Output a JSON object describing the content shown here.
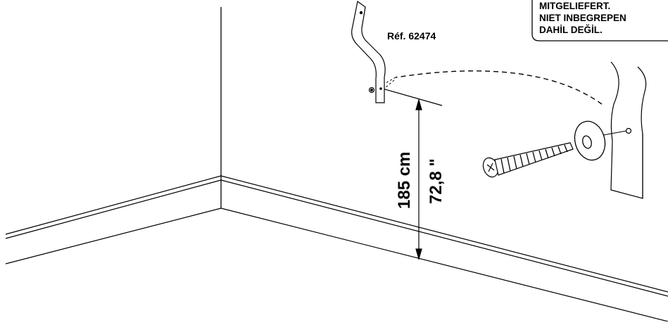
{
  "reference_label": "Réf. 62474",
  "height_cm": "185 cm",
  "height_inch": "72,8 \"",
  "not_included_notice": {
    "lines": [
      "MITGELIEFERT.",
      "NIET INBEGREPEN",
      "DAHİL DEĞİL."
    ]
  },
  "icons": {
    "bracket": "wall-bracket-icon",
    "screw": "screw-icon",
    "washer": "washer-icon",
    "panel": "furniture-panel-icon"
  },
  "colors": {
    "line": "#000000",
    "background": "#ffffff"
  }
}
